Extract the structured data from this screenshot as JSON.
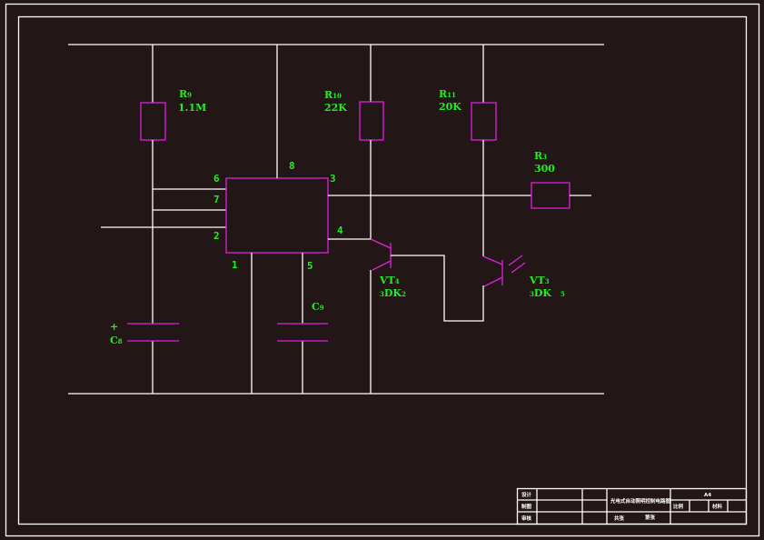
{
  "drawing": {
    "background": "#231616",
    "wire_color": "#ffffff",
    "component_color": "#e020e0",
    "label_color": "#22ee22"
  },
  "components": {
    "R9": {
      "name": "R",
      "sub": "9",
      "value": "1.1M"
    },
    "R10": {
      "name": "R",
      "sub": "10",
      "value": "22K"
    },
    "R11": {
      "name": "R",
      "sub": "11",
      "value": "20K"
    },
    "R3": {
      "name": "R",
      "sub": "3",
      "value": "300"
    },
    "VT4": {
      "name": "VT",
      "sub": "4",
      "pre": "3",
      "value": "DK",
      "post": "2"
    },
    "VT3": {
      "name": "VT",
      "sub": "3",
      "pre": "3",
      "value": "DK",
      "post": "5"
    },
    "C8": {
      "name": "C",
      "sub": "8",
      "polarity": "+"
    },
    "C9": {
      "name": "C",
      "sub": "9"
    }
  },
  "ic": {
    "pins": {
      "p1": "1",
      "p2": "2",
      "p3": "3",
      "p4": "4",
      "p5": "5",
      "p6": "6",
      "p7": "7",
      "p8": "8"
    }
  },
  "title_block": {
    "row1_label": "设计",
    "row2_label": "制图",
    "row3_label": "审核",
    "title": "光电式自动照明控制电路图",
    "top_right": "A4",
    "scale_label": "比例",
    "material_label": "材料",
    "sheets_total": "共张",
    "sheet_no": "第张"
  }
}
